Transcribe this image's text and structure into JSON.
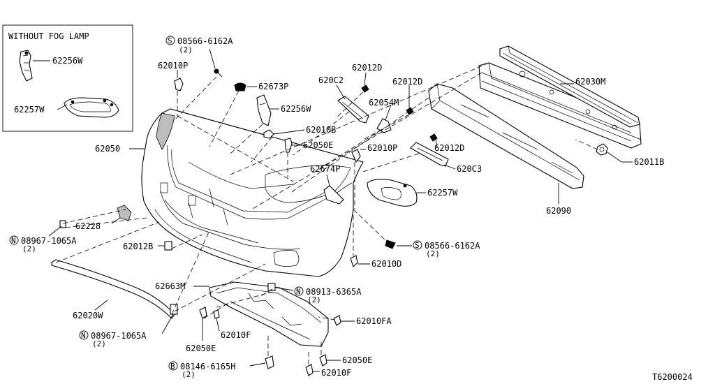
{
  "inset": {
    "title": "WITHOUT FOG LAMP",
    "part_a": "62256W",
    "part_b": "62257W"
  },
  "callouts": {
    "screw_top": {
      "prefix": "S",
      "number": "08566-6162A",
      "qty": "(2)"
    },
    "screw_side": {
      "prefix": "S",
      "number": "08566-6162A",
      "qty": "(2)"
    },
    "clip_left_upper": {
      "prefix": "N",
      "number": "08967-1065A",
      "qty": "(2)"
    },
    "clip_left_lower": {
      "prefix": "N",
      "number": "08967-1065A",
      "qty": "(2)"
    },
    "clip_under": {
      "prefix": "N",
      "number": "08913-6365A",
      "qty": "(2)"
    },
    "bolt_bottom": {
      "prefix": "B",
      "number": "08146-6165H",
      "qty": "(2)"
    }
  },
  "labels": {
    "p62010P_a": "62010P",
    "p62673P": "62673P",
    "p62256W": "62256W",
    "p620C2": "620C2",
    "p62012D_a": "62012D",
    "p62012D_b": "62012D",
    "p62054M": "62054M",
    "p62030M": "62030M",
    "p62050": "62050",
    "p62010B": "62010B",
    "p62050E_a": "62050E",
    "p62010P_b": "62010P",
    "p62012D_c": "62012D",
    "p62011B": "62011B",
    "p62674P": "62674P",
    "p620C3": "620C3",
    "p62257W": "62257W",
    "p62090": "62090",
    "p62228": "62228",
    "p62012B": "62012B",
    "p62010D": "62010D",
    "p62663M": "62663M",
    "p62020W": "62020W",
    "p62010FA": "62010FA",
    "p62010F_a": "62010F",
    "p62050E_b": "62050E",
    "p62050E_c": "62050E",
    "p62010F_b": "62010F"
  },
  "diagram_code": "T6200024"
}
